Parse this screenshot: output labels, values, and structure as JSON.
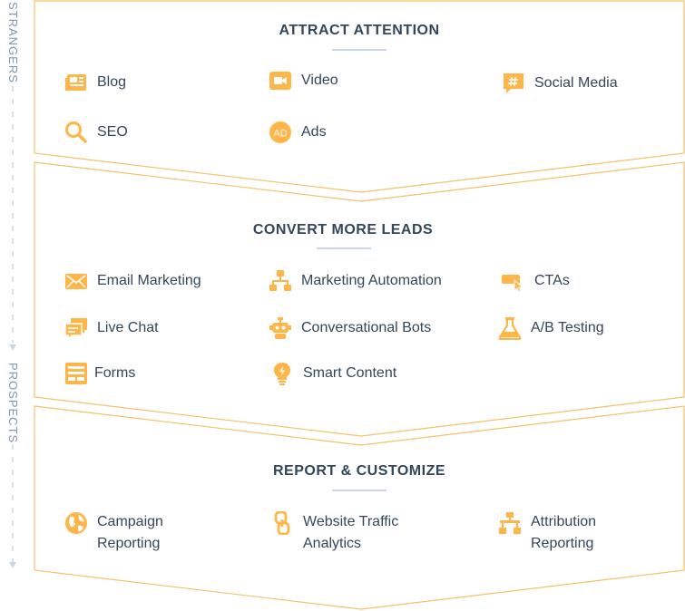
{
  "side_labels": {
    "top": "STRANGERS",
    "bottom": "PROSPECTS"
  },
  "colors": {
    "accent": "#ffb547",
    "text": "#33475b",
    "muted": "#7c98b6",
    "border": "#f5c26b"
  },
  "sections": [
    {
      "title": "ATTRACT ATTENTION",
      "items": [
        {
          "label": "Blog",
          "icon": "blog-icon"
        },
        {
          "label": "Video",
          "icon": "video-icon"
        },
        {
          "label": "Social Media",
          "icon": "social-media-icon"
        },
        {
          "label": "SEO",
          "icon": "search-icon"
        },
        {
          "label": "Ads",
          "icon": "ads-icon"
        }
      ]
    },
    {
      "title": "CONVERT MORE LEADS",
      "items": [
        {
          "label": "Email Marketing",
          "icon": "email-icon"
        },
        {
          "label": "Marketing Automation",
          "icon": "automation-icon"
        },
        {
          "label": "CTAs",
          "icon": "cta-icon"
        },
        {
          "label": "Live Chat",
          "icon": "chat-icon"
        },
        {
          "label": "Conversational Bots",
          "icon": "bot-icon"
        },
        {
          "label": "A/B Testing",
          "icon": "flask-icon"
        },
        {
          "label": "Forms",
          "icon": "forms-icon"
        },
        {
          "label": "Smart Content",
          "icon": "lightbulb-icon"
        }
      ]
    },
    {
      "title": "REPORT & CUSTOMIZE",
      "items": [
        {
          "label": "Campaign\nReporting",
          "icon": "globe-icon"
        },
        {
          "label": "Website Traffic\nAnalytics",
          "icon": "link-icon"
        },
        {
          "label": "Attribution\nReporting",
          "icon": "hierarchy-icon"
        }
      ]
    }
  ]
}
